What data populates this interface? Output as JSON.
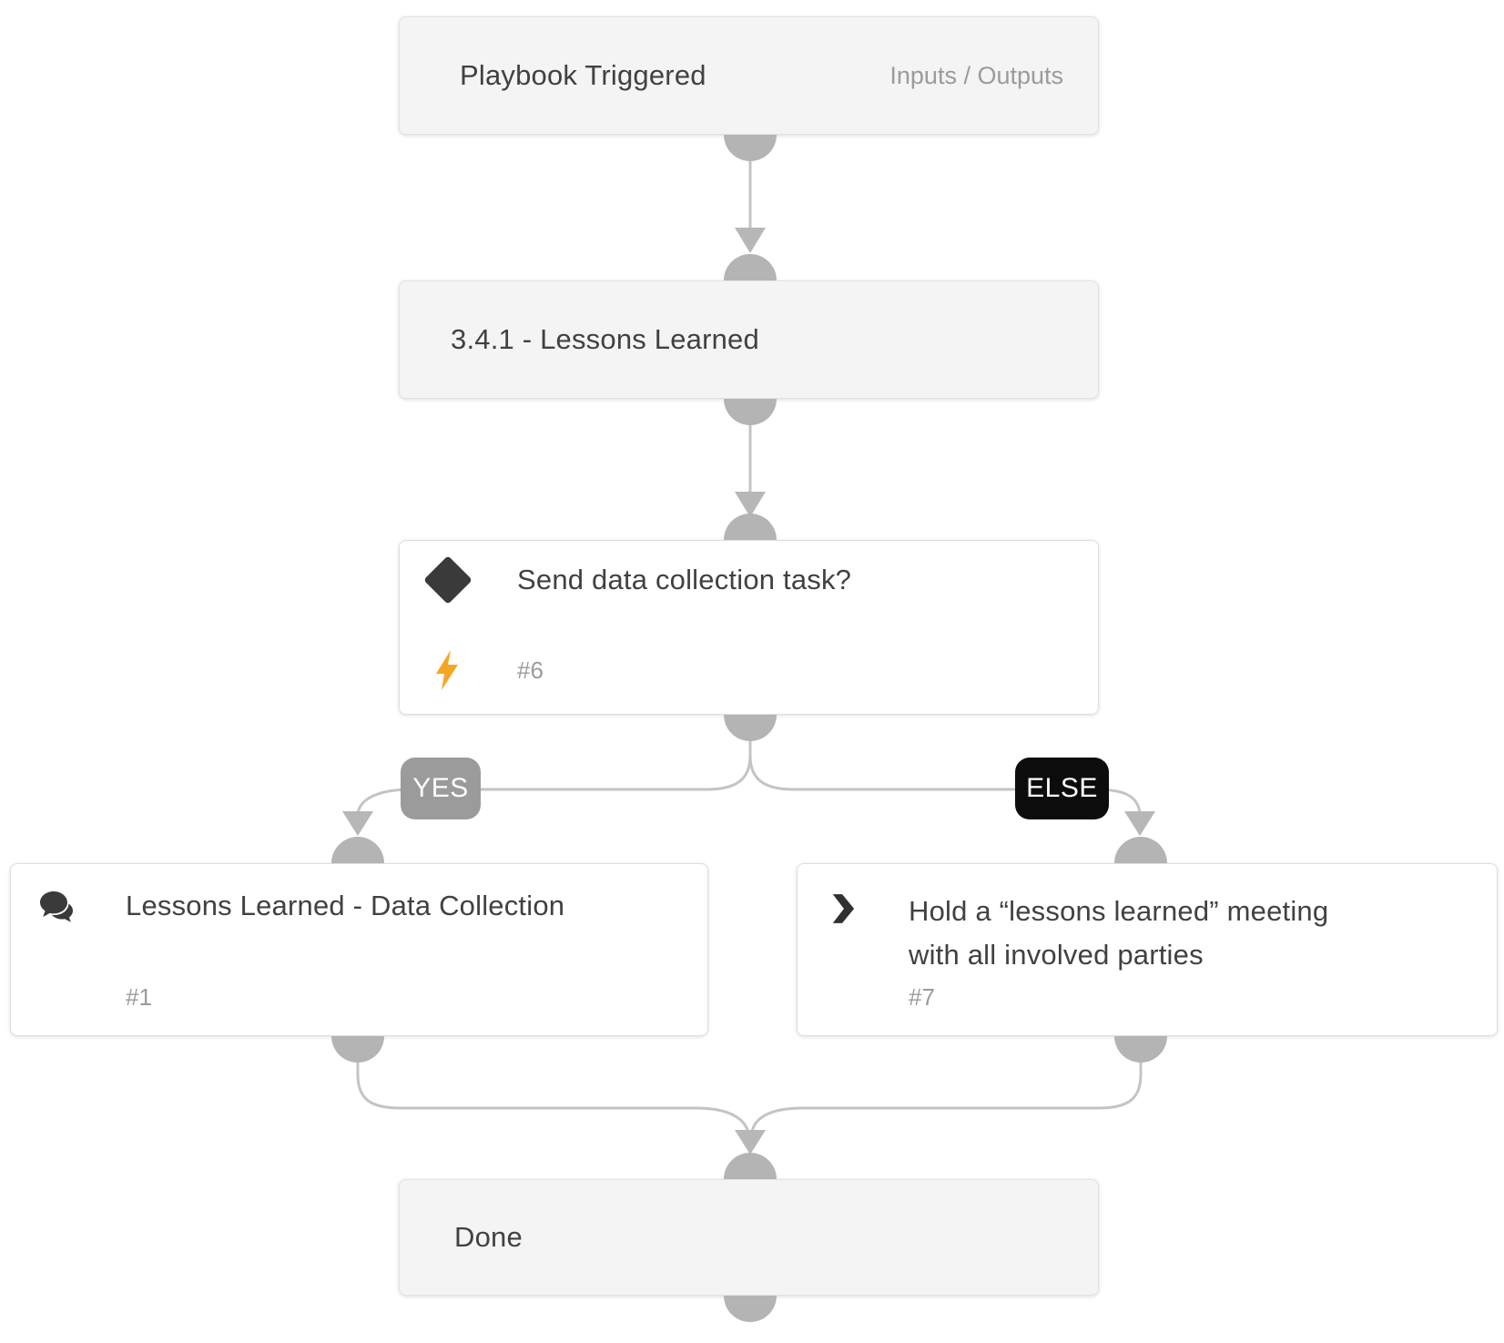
{
  "diagram": {
    "playbook_header": {
      "title": "Playbook Triggered",
      "io_label": "Inputs / Outputs"
    },
    "subplaybook": {
      "title": "3.4.1 - Lessons Learned"
    },
    "condition": {
      "title": "Send data collection task?",
      "number": "#6"
    },
    "branches": {
      "yes_label": "YES",
      "else_label": "ELSE"
    },
    "tasks": {
      "data_collection": {
        "title": "Lessons Learned - Data Collection",
        "number": "#1"
      },
      "meeting": {
        "title": "Hold a “lessons learned” meeting with all involved parties",
        "number": "#7"
      }
    },
    "done": {
      "title": "Done"
    }
  },
  "colors": {
    "node_gray_bg": "#f4f4f4",
    "node_white_bg": "#ffffff",
    "connector_line": "#c4c4c4",
    "connector_port": "#b4b4b4",
    "arrowhead": "#b7b7b7",
    "yes_badge_bg": "#9b9b9b",
    "else_badge_bg": "#0c0c0c",
    "condition_icon": "#3a3a3a",
    "lightning_icon": "#f5a623",
    "title_text": "#414141",
    "secondary_text": "#9b9b9b"
  }
}
